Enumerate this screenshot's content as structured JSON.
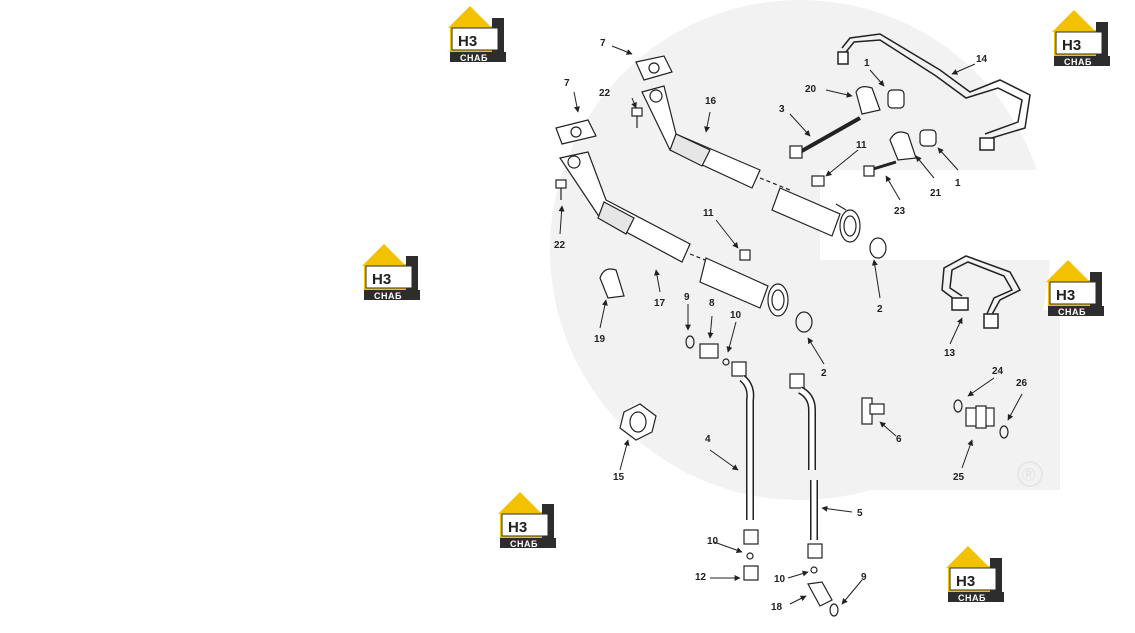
{
  "logo": {
    "top": "H3",
    "bottom": "СНАБ"
  },
  "registered_mark": "®",
  "callouts": {
    "c1a": "1",
    "c1b": "1",
    "c2a": "2",
    "c2b": "2",
    "c3": "3",
    "c4": "4",
    "c5": "5",
    "c6": "6",
    "c7a": "7",
    "c7b": "7",
    "c8": "8",
    "c9a": "9",
    "c9b": "9",
    "c10a": "10",
    "c10b": "10",
    "c10c": "10",
    "c11a": "11",
    "c11b": "11",
    "c12": "12",
    "c13": "13",
    "c14": "14",
    "c15": "15",
    "c16": "16",
    "c17": "17",
    "c18": "18",
    "c19": "19",
    "c20": "20",
    "c21": "21",
    "c22a": "22",
    "c22b": "22",
    "c23": "23",
    "c24": "24",
    "c25": "25",
    "c26": "26"
  },
  "colors": {
    "logo_yellow": "#f2c200",
    "logo_dark": "#2d2d2d",
    "line": "#222222",
    "watermark": "#efefef"
  }
}
